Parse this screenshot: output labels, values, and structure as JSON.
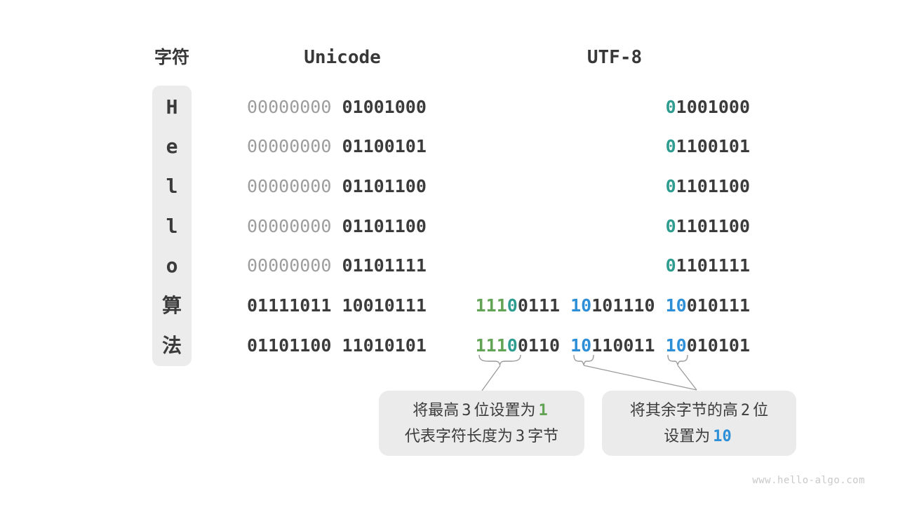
{
  "page": {
    "watermark": "www.hello-algo.com"
  },
  "colors": {
    "dark": "#3b3b3b",
    "gray": "#9d9d9d",
    "teal": "#2e9c8e",
    "green": "#63a355",
    "blue": "#2d8fd8",
    "char_box_bg": "#ececec",
    "callout_bg": "#ebebeb",
    "annotation_line": "#9a9a9a"
  },
  "headers": {
    "char": "字符",
    "unicode": "Unicode",
    "utf8": "UTF-8"
  },
  "rows": [
    {
      "char": "H",
      "unicode": [
        {
          "t": "00000000",
          "c": "gray"
        },
        {
          "t": " 01001000",
          "c": "dark"
        }
      ],
      "utf8": [
        {
          "t": "0",
          "c": "teal"
        },
        {
          "t": "1001000",
          "c": "dark"
        }
      ]
    },
    {
      "char": "e",
      "unicode": [
        {
          "t": "00000000",
          "c": "gray"
        },
        {
          "t": " 01100101",
          "c": "dark"
        }
      ],
      "utf8": [
        {
          "t": "0",
          "c": "teal"
        },
        {
          "t": "1100101",
          "c": "dark"
        }
      ]
    },
    {
      "char": "l",
      "unicode": [
        {
          "t": "00000000",
          "c": "gray"
        },
        {
          "t": " 01101100",
          "c": "dark"
        }
      ],
      "utf8": [
        {
          "t": "0",
          "c": "teal"
        },
        {
          "t": "1101100",
          "c": "dark"
        }
      ]
    },
    {
      "char": "l",
      "unicode": [
        {
          "t": "00000000",
          "c": "gray"
        },
        {
          "t": " 01101100",
          "c": "dark"
        }
      ],
      "utf8": [
        {
          "t": "0",
          "c": "teal"
        },
        {
          "t": "1101100",
          "c": "dark"
        }
      ]
    },
    {
      "char": "o",
      "unicode": [
        {
          "t": "00000000",
          "c": "gray"
        },
        {
          "t": " 01101111",
          "c": "dark"
        }
      ],
      "utf8": [
        {
          "t": "0",
          "c": "teal"
        },
        {
          "t": "1101111",
          "c": "dark"
        }
      ]
    },
    {
      "char": "算",
      "unicode": [
        {
          "t": "01111011 10010111",
          "c": "dark"
        }
      ],
      "utf8": [
        {
          "t": "111",
          "c": "green"
        },
        {
          "t": "0",
          "c": "teal"
        },
        {
          "t": "0111 ",
          "c": "dark"
        },
        {
          "t": "10",
          "c": "blue"
        },
        {
          "t": "101110 ",
          "c": "dark"
        },
        {
          "t": "10",
          "c": "blue"
        },
        {
          "t": "010111",
          "c": "dark"
        }
      ]
    },
    {
      "char": "法",
      "unicode": [
        {
          "t": "01101100 11010101",
          "c": "dark"
        }
      ],
      "utf8": [
        {
          "t": "111",
          "c": "green"
        },
        {
          "t": "0",
          "c": "teal"
        },
        {
          "t": "0110 ",
          "c": "dark"
        },
        {
          "t": "10",
          "c": "blue"
        },
        {
          "t": "110011 ",
          "c": "dark"
        },
        {
          "t": "10",
          "c": "blue"
        },
        {
          "t": "010101",
          "c": "dark"
        }
      ]
    }
  ],
  "callouts": [
    {
      "lines": [
        [
          {
            "t": "将最高"
          },
          {
            "t": "3",
            "mono": true
          },
          {
            "t": "位设置为"
          },
          {
            "t": "1",
            "c": "green",
            "mono": true
          }
        ],
        [
          {
            "t": "代表字符长度为"
          },
          {
            "t": "3",
            "mono": true
          },
          {
            "t": "字节"
          }
        ]
      ]
    },
    {
      "lines": [
        [
          {
            "t": "将其余字节的高"
          },
          {
            "t": "2",
            "mono": true
          },
          {
            "t": "位"
          }
        ],
        [
          {
            "t": "设置为"
          },
          {
            "t": "10",
            "c": "blue",
            "mono": true
          }
        ]
      ]
    }
  ]
}
